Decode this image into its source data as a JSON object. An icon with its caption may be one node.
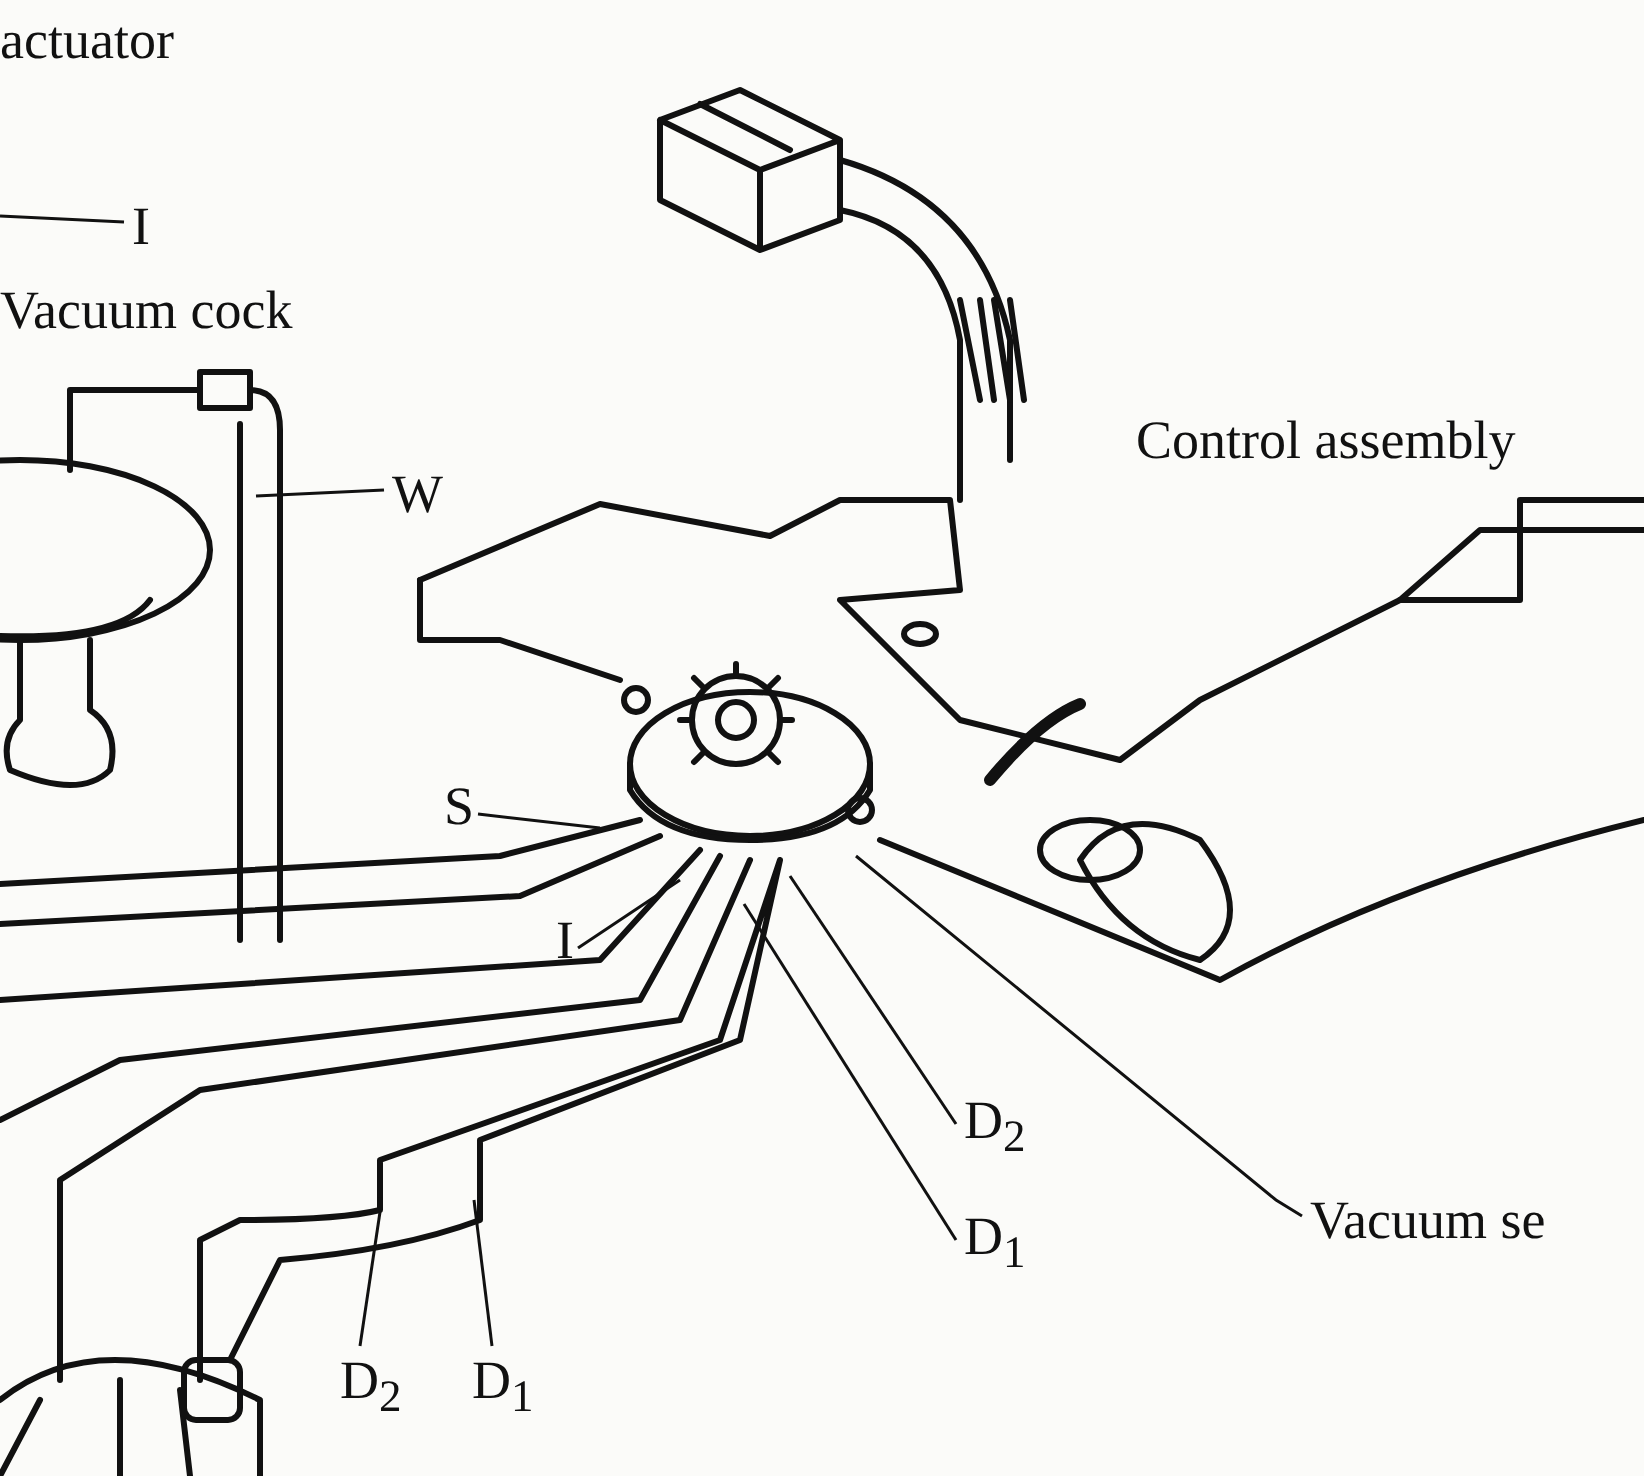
{
  "diagram": {
    "nodes": [
      {
        "text": [
          "I"
        ]
      },
      {
        "text": [
          "W"
        ]
      },
      {
        "text": [
          "S"
        ]
      },
      {
        "text": [
          "I"
        ]
      },
      {
        "text": [
          "D$_{2}$"
        ]
      },
      {
        "text": [
          "D$_{1}$"
        ]
      },
      {
        "text": [
          "Vacuum se"
        ]
      },
      {
        "text": [
          "D$_{2}$"
        ]
      },
      {
        "text": [
          "D$_{1}$"
        ]
      }
    ],
    "edges": [
      {
        "from": 0,
        "to": null,
        "arrow": "none"
      },
      {
        "from": 1,
        "to": null,
        "arrow": "none"
      },
      {
        "from": 2,
        "to": null,
        "arrow": "none"
      },
      {
        "from": 3,
        "to": null,
        "arrow": "none"
      },
      {
        "from": 4,
        "to": null,
        "arrow": "none"
      },
      {
        "from": 5,
        "to": null,
        "arrow": "none"
      },
      {
        "from": 6,
        "to": null,
        "arrow": "none"
      },
      {
        "from": 7,
        "to": null,
        "arrow": "none"
      },
      {
        "from": 8,
        "to": null,
        "arrow": "none"
      }
    ],
    "labels": [
      "actuator",
      "Vacuum cock",
      "Control assembly"
    ]
  }
}
